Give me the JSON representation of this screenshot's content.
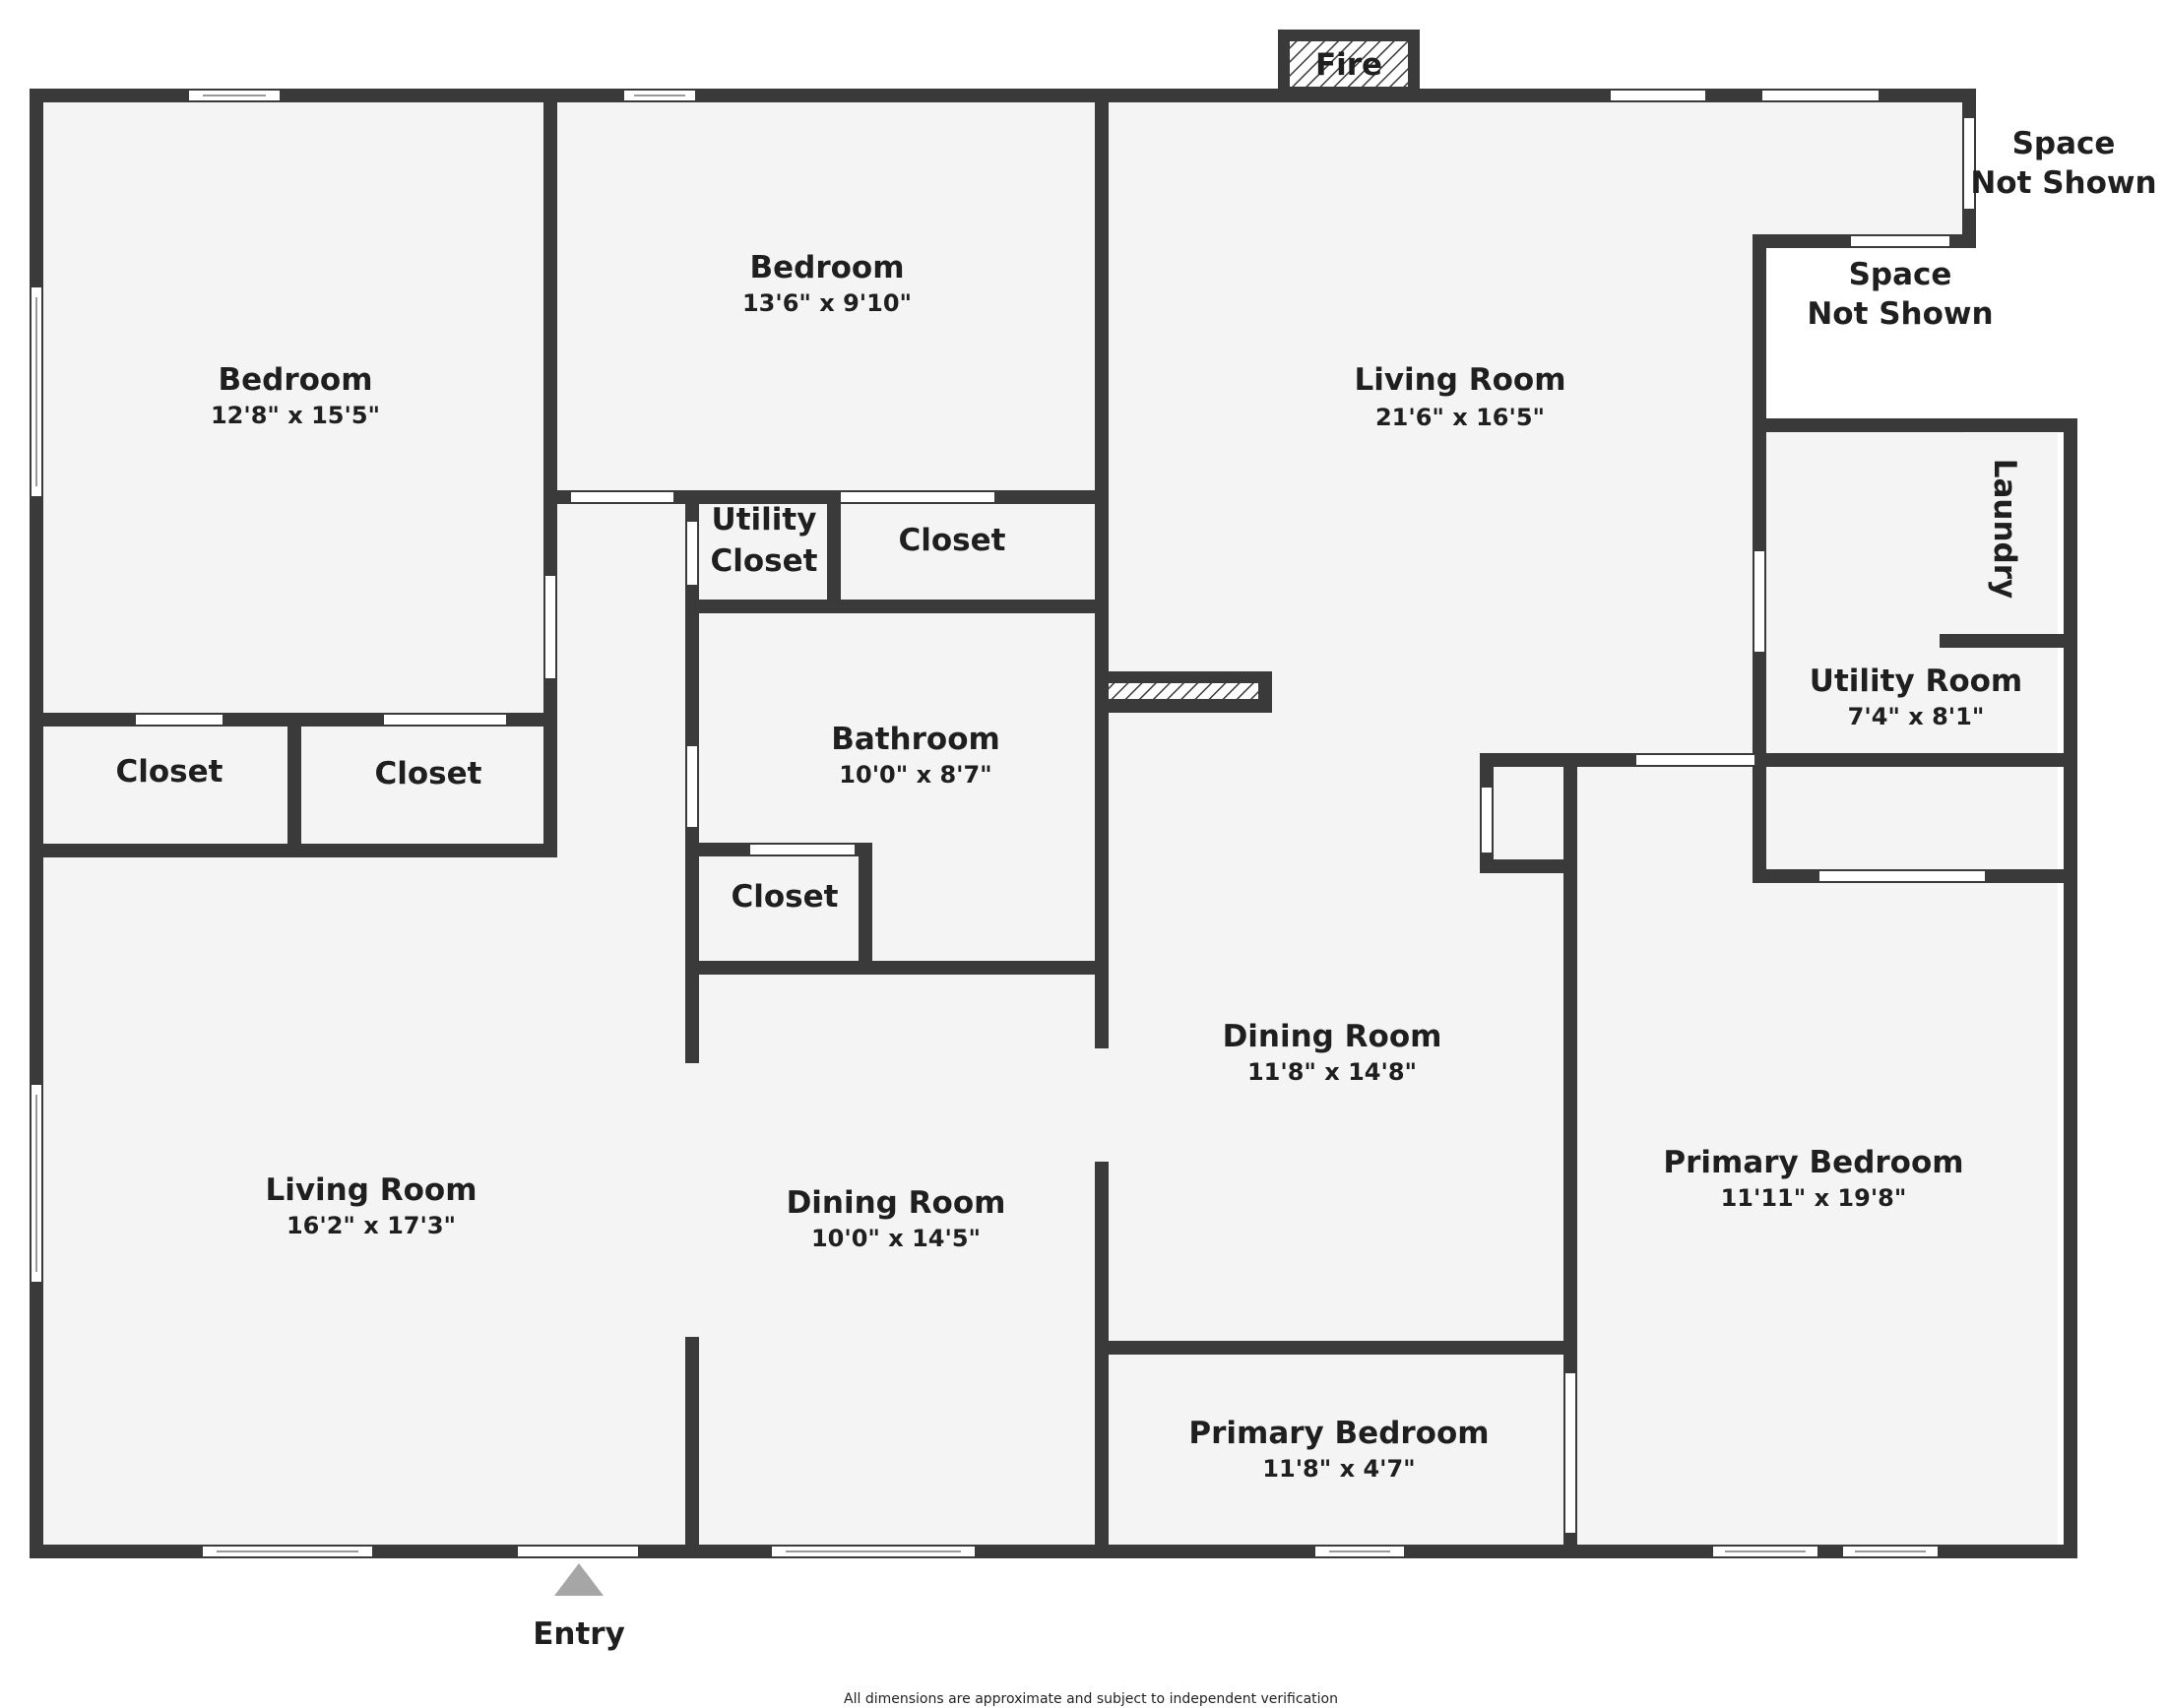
{
  "rooms": {
    "bedroom_west": {
      "name": "Bedroom",
      "dims": "12'8\" x 15'5\""
    },
    "bedroom_north": {
      "name": "Bedroom",
      "dims": "13'6\" x 9'10\""
    },
    "living_north": {
      "name": "Living Room",
      "dims": "21'6\" x 16'5\""
    },
    "utility_closet": {
      "name_line1": "Utility",
      "name_line2": "Closet"
    },
    "closet_north": {
      "name": "Closet"
    },
    "closet_west_1": {
      "name": "Closet"
    },
    "closet_west_2": {
      "name": "Closet"
    },
    "bathroom": {
      "name": "Bathroom",
      "dims": "10'0\" x 8'7\""
    },
    "closet_bath": {
      "name": "Closet"
    },
    "living_west": {
      "name": "Living Room",
      "dims": "16'2\" x 17'3\""
    },
    "dining_center": {
      "name": "Dining Room",
      "dims": "10'0\" x 14'5\""
    },
    "dining_east": {
      "name": "Dining Room",
      "dims": "11'8\" x 14'8\""
    },
    "primary_small": {
      "name": "Primary Bedroom",
      "dims": "11'8\" x 4'7\""
    },
    "primary_large": {
      "name": "Primary Bedroom",
      "dims": "11'11\" x 19'8\""
    },
    "utility_room": {
      "name": "Utility Room",
      "dims": "7'4\" x 8'1\""
    },
    "laundry": {
      "name": "Laundry"
    }
  },
  "space_not_shown_outer": {
    "line1": "Space",
    "line2": "Not Shown"
  },
  "space_not_shown_inner": {
    "line1": "Space",
    "line2": "Not Shown"
  },
  "fireplace": {
    "label": "Fire"
  },
  "entry": {
    "label": "Entry"
  },
  "disclaimer": "All dimensions are approximate and subject to independent verification",
  "colors": {
    "wall": "#3a3a3a",
    "floor": "#f4f4f4",
    "window": "#ffffff",
    "entry_arrow": "#a6a6a6"
  }
}
